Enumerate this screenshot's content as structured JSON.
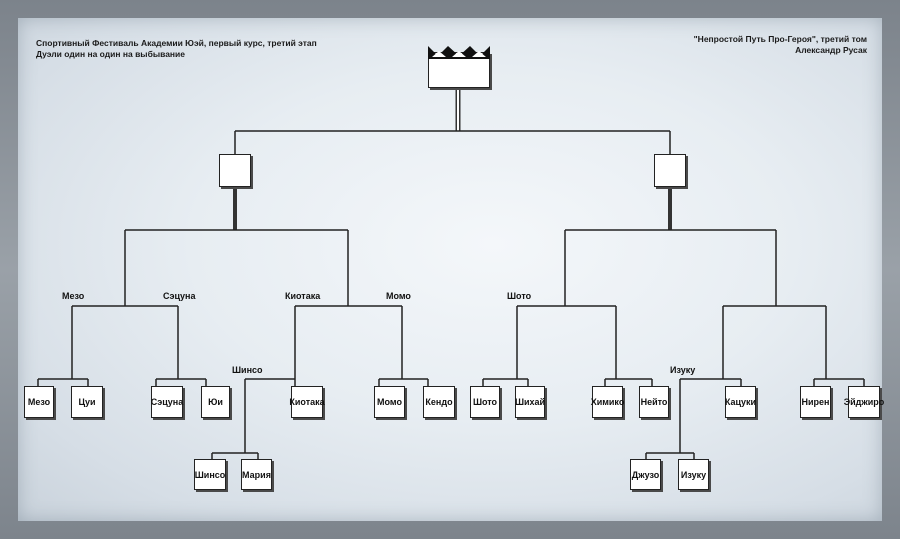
{
  "header": {
    "left_line1": "Спортивный Фестиваль Академии Юэй, первый курс, третий этап",
    "left_line2": "Дуэли один на один на выбывание",
    "right_line1": "\"Непростой Путь Про-Героя\", третий том",
    "right_line2": "Александр Русак"
  },
  "icons": {
    "top_node": "crown-icon"
  },
  "colors": {
    "line": "#222222",
    "box": "#ffffff"
  },
  "participants": {
    "mezo": "Мезо",
    "tsui": "Цуи",
    "satsuna": "Сэцуна",
    "yui": "Юи",
    "shinso": "Шинсо",
    "mariya": "Мария",
    "kiotaka": "Киотака",
    "momo": "Момо",
    "kendo": "Кендо",
    "shoto": "Шото",
    "shikhai": "Шихай",
    "khimiko": "Химико",
    "neito": "Нейто",
    "dzhuzo": "Джузо",
    "izuku": "Изуку",
    "katsuki": "Кацуки",
    "niren": "Нирен",
    "eidzhiro": "Эйджиро"
  },
  "winners": {
    "mezo": "Мезо",
    "satsuna": "Сэцуна",
    "kiotaka": "Киотака",
    "momo": "Момо",
    "shinso": "Шинсо",
    "shoto": "Шото",
    "izuku": "Изуку"
  }
}
